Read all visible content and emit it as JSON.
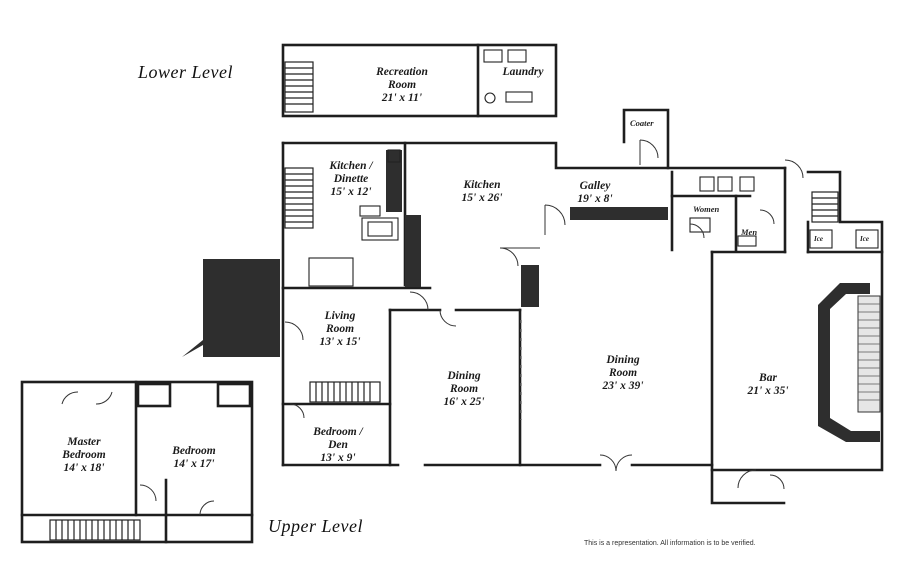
{
  "levels": {
    "lower": "Lower Level",
    "upper": "Upper Level"
  },
  "rooms": {
    "recreation": {
      "name": "Recreation",
      "name2": "Room",
      "size": "21' x 11'"
    },
    "laundry": {
      "name": "Laundry"
    },
    "coater": {
      "name": "Coater"
    },
    "kitchen_dinette": {
      "name": "Kitchen /",
      "name2": "Dinette",
      "size": "15' x 12'"
    },
    "kitchen": {
      "name": "Kitchen",
      "size": "15' x 26'"
    },
    "galley": {
      "name": "Galley",
      "size": "19' x 8'"
    },
    "women": {
      "name": "Women"
    },
    "men": {
      "name": "Men"
    },
    "ice1": {
      "name": "Ice"
    },
    "ice2": {
      "name": "Ice"
    },
    "living": {
      "name": "Living",
      "name2": "Room",
      "size": "13' x 15'"
    },
    "dining_small": {
      "name": "Dining",
      "name2": "Room",
      "size": "16' x 25'"
    },
    "dining_large": {
      "name": "Dining",
      "name2": "Room",
      "size": "23' x 39'"
    },
    "bar": {
      "name": "Bar",
      "size": "21' x 35'"
    },
    "bedroom_den": {
      "name": "Bedroom /",
      "name2": "Den",
      "size": "13' x 9'"
    },
    "master": {
      "name": "Master",
      "name2": "Bedroom",
      "size": "14' x 18'"
    },
    "bedroom": {
      "name": "Bedroom",
      "size": "14' x 17'"
    }
  },
  "disclaimer": "This is a representation.  All information is to be verified."
}
